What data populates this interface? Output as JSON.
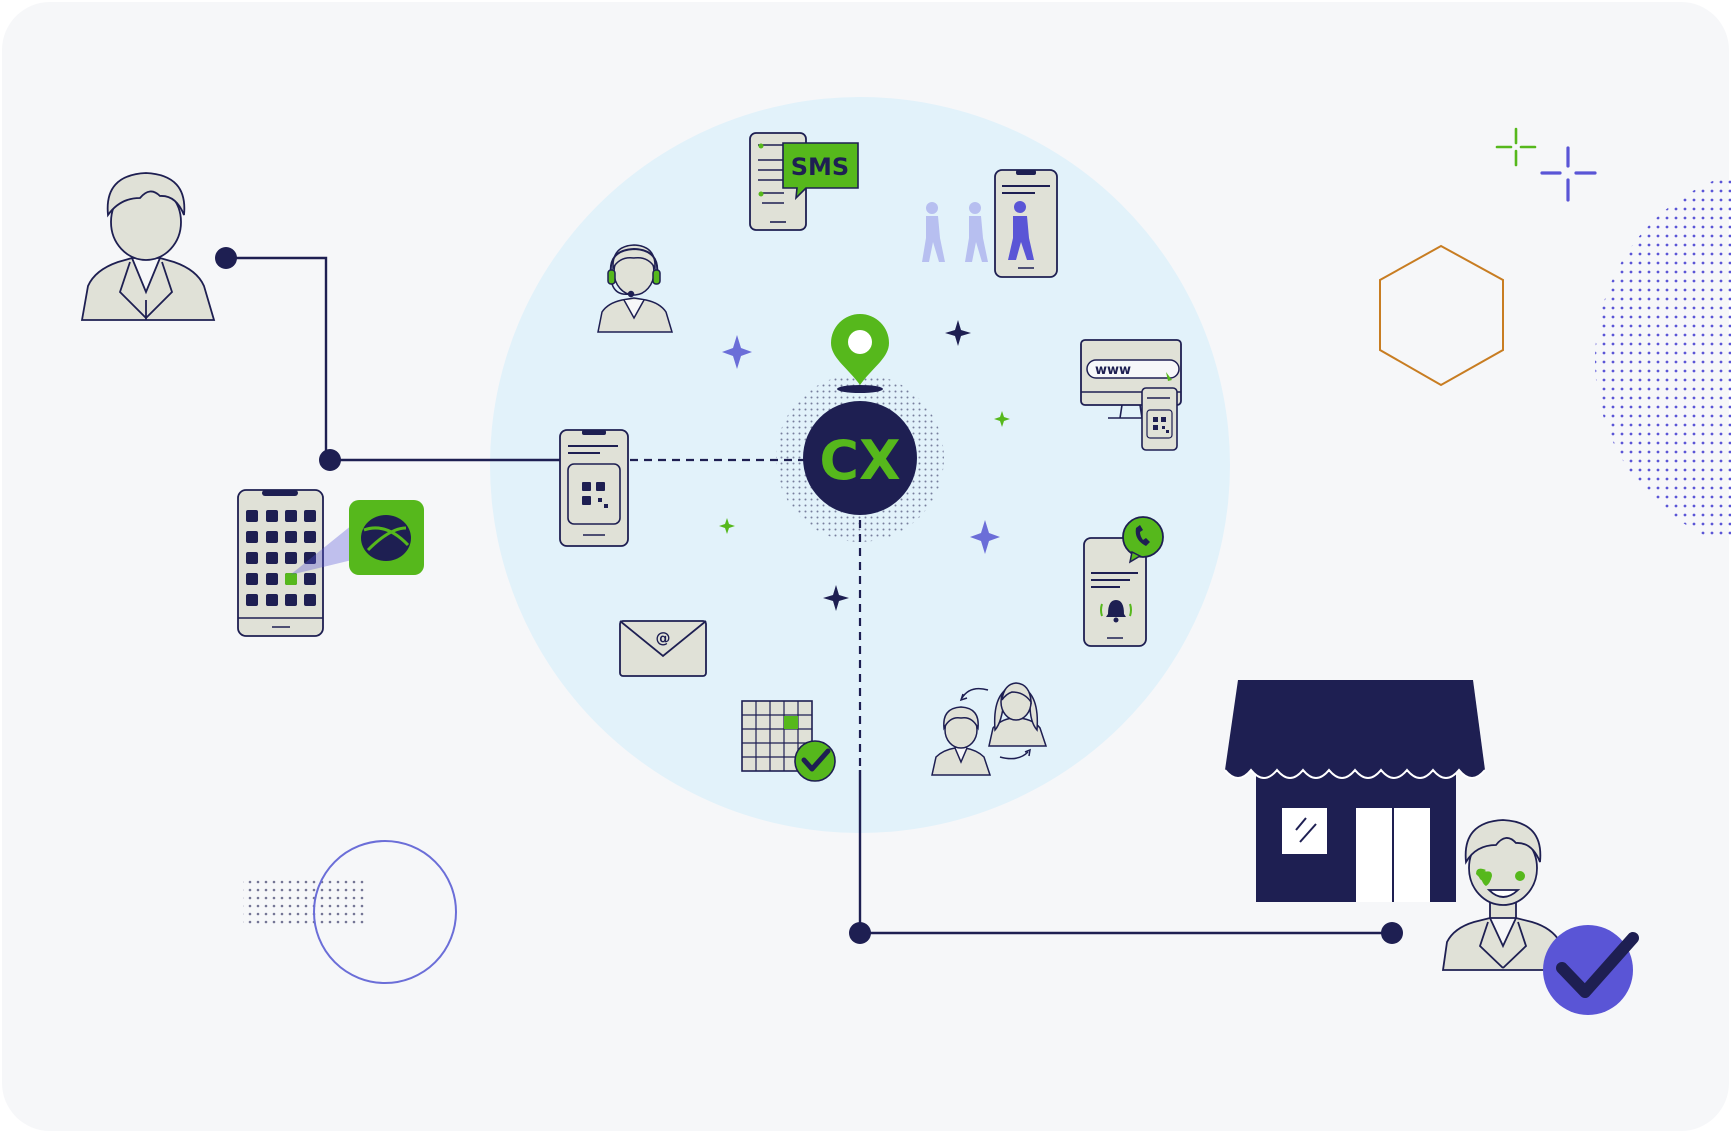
{
  "center": {
    "label": "CX"
  },
  "channels": {
    "sms": {
      "label": "SMS"
    },
    "web": {
      "label": "www"
    },
    "email": {
      "symbol": "@"
    }
  },
  "colors": {
    "navy": "#1e1f52",
    "green": "#56b81c",
    "violet": "#5a55d6",
    "light_blue": "#e2f2fa",
    "outline_gray": "#e0e1d7",
    "background": "#f6f7f9",
    "hexagon_orange": "#c87d22"
  },
  "icons": [
    "customer-avatar-icon",
    "app-grid-phone-icon",
    "app-logo-icon",
    "qr-phone-icon",
    "cx-hub-icon",
    "location-pin-icon",
    "sms-phone-icon",
    "agent-headset-icon",
    "queue-phone-icon",
    "website-qr-icon",
    "call-notification-phone-icon",
    "email-envelope-icon",
    "calendar-check-icon",
    "agent-swap-icon",
    "store-icon",
    "happy-customer-icon",
    "checkmark-badge-icon"
  ]
}
